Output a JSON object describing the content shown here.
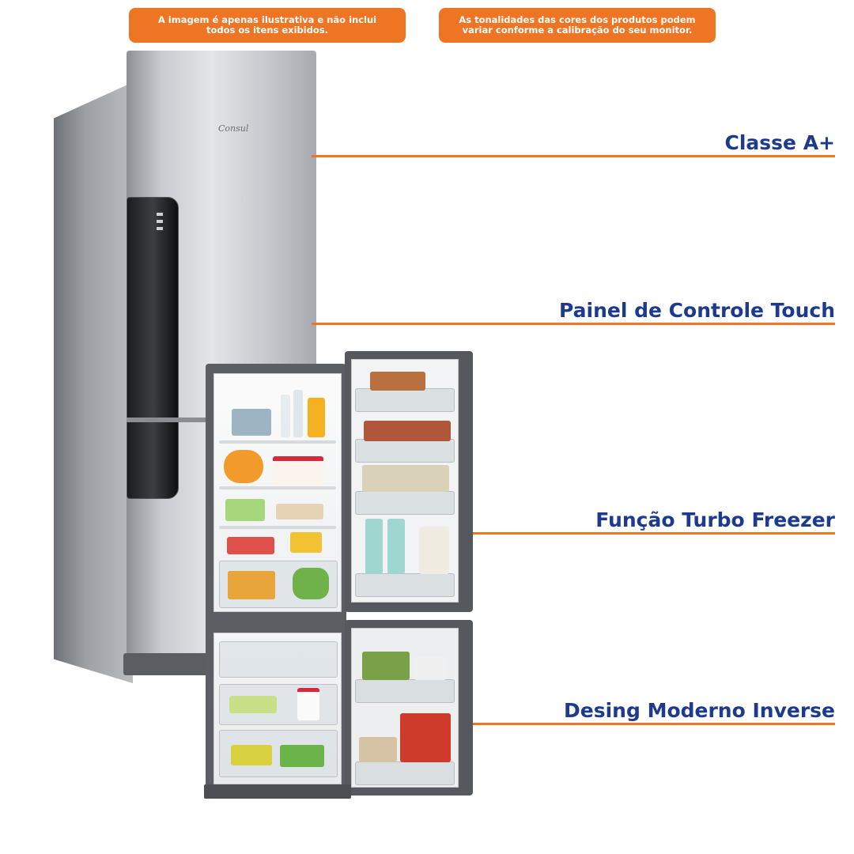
{
  "notices": {
    "left": "A imagem é apenas ilustrativa e não inclui todos os itens exibidos.",
    "right": "As tonalidades das cores dos produtos podem variar conforme a calibração do seu monitor."
  },
  "product": {
    "brand_logo": "Consul"
  },
  "features": [
    {
      "label": "Classe A+"
    },
    {
      "label": "Painel de Controle Touch"
    },
    {
      "label": "Função Turbo Freezer"
    },
    {
      "label": "Desing Moderno Inverse"
    }
  ],
  "colors": {
    "accent_orange": "#ee7524",
    "feature_text_blue": "#1d3a8f"
  },
  "icons": [
    "refrigerator-closed-image",
    "refrigerator-open-image"
  ]
}
